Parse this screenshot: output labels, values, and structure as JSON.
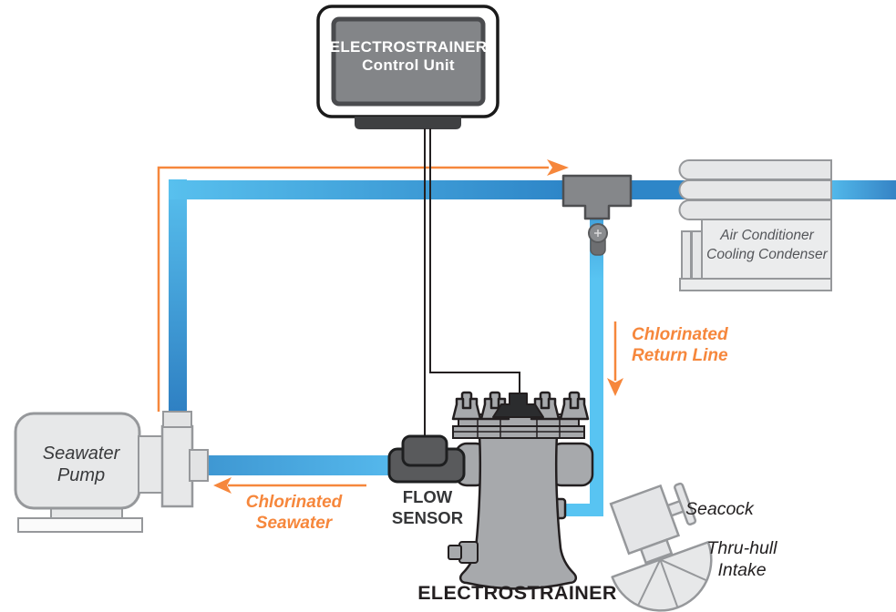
{
  "labels": {
    "control_unit": "ELECTROSTRAINER\nControl Unit",
    "seawater_pump": "Seawater\nPump",
    "air_conditioner": "Air Conditioner\nCooling Condenser",
    "flow_sensor": "FLOW\nSENSOR",
    "electrostrainer": "ELECTROSTRAINER",
    "seacock": "Seacock",
    "thru_hull": "Thru-hull\nIntake",
    "chlorinated_return_line": "Chlorinated\nReturn Line",
    "chlorinated_seawater": "Chlorinated\nSeawater"
  },
  "colors": {
    "flow_annotation_orange": "#f6873c",
    "pipe_blue_light": "#58c0ee",
    "pipe_blue_dark": "#2e7fc2",
    "return_line_blue": "#58c4f2",
    "component_light_gray": "#e7e8e9",
    "component_border_gray": "#96989b",
    "strainer_gray": "#a7a9ac",
    "dark_hardware_gray": "#58595b",
    "outline_black": "#231f20"
  }
}
